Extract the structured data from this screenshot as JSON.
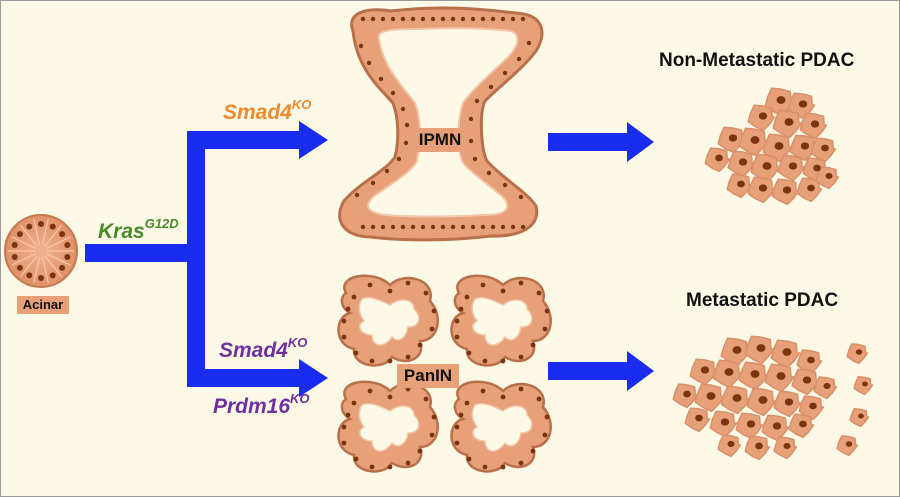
{
  "labels": {
    "acinar": "Acinar",
    "kras": {
      "base": "Kras",
      "sup": "G12D"
    },
    "smad4_top": {
      "base": "Smad4",
      "sup": "KO"
    },
    "smad4_bottom": {
      "base": "Smad4",
      "sup": "KO"
    },
    "prdm16": {
      "base": "Prdm16",
      "sup": "KO"
    },
    "ipmn": "IPMN",
    "panin": "PanIN",
    "non_metastatic": "Non-Metastatic PDAC",
    "metastatic": "Metastatic PDAC"
  },
  "colors": {
    "background": "#fcf9e6",
    "arrow": "#1a2cf2",
    "tissue": "#e8a079",
    "tissue_outline": "#c8805a",
    "nucleus": "#7a3410",
    "kras_text": "#4a8a2a",
    "smad4_top_text": "#f08a2e",
    "purple_text": "#7030a0"
  }
}
